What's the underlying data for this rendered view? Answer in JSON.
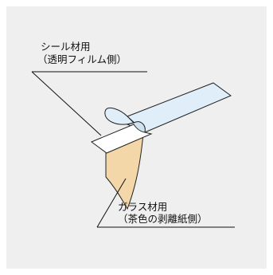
{
  "labels": {
    "seal": {
      "line1": "シール材用",
      "line2": "（透明フィルム側）"
    },
    "glass": {
      "line1": "ガラス材用",
      "line2": "（茶色の剥離紙側）"
    }
  }
}
